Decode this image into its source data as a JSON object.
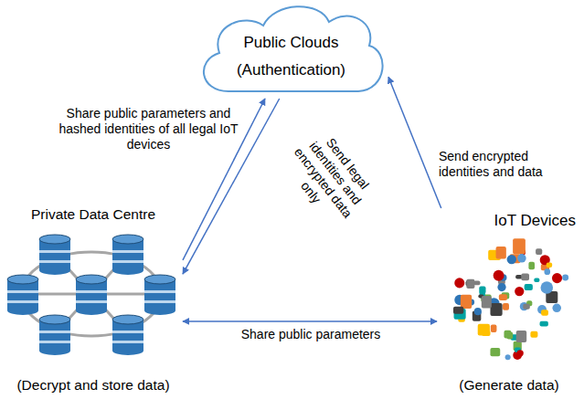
{
  "diagram": {
    "nodes": [
      {
        "text": [
          "Public Clouds",
          "(Authentication)"
        ]
      },
      {
        "text": [
          "Private Data Centre",
          "(Decrypt and store data)"
        ]
      },
      {
        "text": [
          "IoT Devices",
          "(Generate data)"
        ]
      }
    ],
    "edges": [
      {
        "from": 1,
        "to": 0,
        "label": "Share public parameters and hashed identities of all legal IoT devices",
        "arrow": "to"
      },
      {
        "from": 0,
        "to": 1,
        "label": "Send legal identities and encrypted data only",
        "arrow": "to"
      },
      {
        "from": 2,
        "to": 0,
        "label": "Send encrypted identities and data",
        "arrow": "to"
      },
      {
        "from": 1,
        "to": 2,
        "label": "Share public parameters",
        "arrow": "both"
      }
    ]
  }
}
